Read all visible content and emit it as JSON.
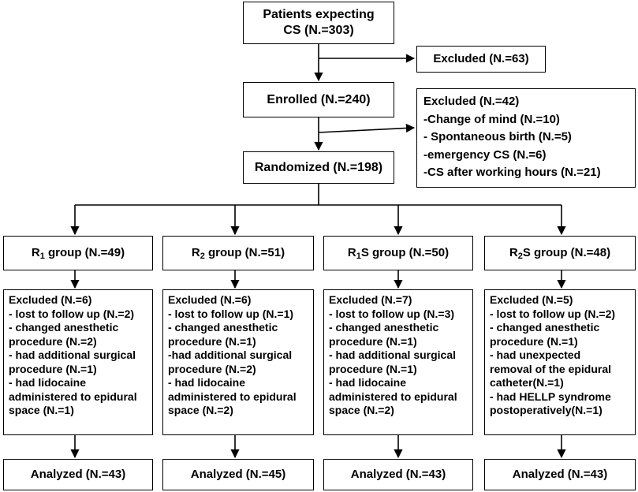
{
  "top": {
    "line1": "Patients expecting",
    "line2": "CS (N.=303)"
  },
  "excluded_first": "Excluded (N.=63)",
  "enrolled": "Enrolled (N.=240)",
  "excluded_second": {
    "lines": [
      "Excluded (N.=42)",
      "-Change of mind (N.=10)",
      "- Spontaneous birth (N.=5)",
      "-emergency CS (N.=6)",
      "-CS after working hours (N.=21)"
    ]
  },
  "randomized": "Randomized (N.=198)",
  "groups": [
    {
      "name_prefix": "R",
      "name_sub": "1",
      "name_suffix": " group (N.=49)",
      "excluded_lines": [
        "Excluded (N.=6)",
        "- lost to follow up (N.=2)",
        "- changed anesthetic",
        "procedure (N.=2)",
        "- had additional surgical",
        "procedure (N.=1)",
        "- had lidocaine",
        "administered to epidural",
        "space (N.=1)"
      ],
      "analyzed": "Analyzed (N.=43)"
    },
    {
      "name_prefix": "R",
      "name_sub": "2",
      "name_suffix": " group (N.=51)",
      "excluded_lines": [
        "Excluded (N.=6)",
        "- lost to follow up (N.=1)",
        "- changed anesthetic",
        "procedure (N.=1)",
        "-had additional surgical",
        "procedure (N.=2)",
        "- had lidocaine",
        "administered to epidural",
        "space (N.=2)"
      ],
      "analyzed": "Analyzed (N.=45)"
    },
    {
      "name_prefix": "R",
      "name_sub": "1",
      "name_suffix": "S group (N.=50)",
      "excluded_lines": [
        "Excluded (N.=7)",
        "- lost to follow up (N.=3)",
        "- changed anesthetic",
        "procedure (N.=1)",
        "- had additional surgical",
        "procedure (N.=1)",
        "- had lidocaine",
        "administered to epidural",
        "space (N.=2)"
      ],
      "analyzed": "Analyzed (N.=43)"
    },
    {
      "name_prefix": "R",
      "name_sub": "2",
      "name_suffix": "S group (N.=48)",
      "excluded_lines": [
        "Excluded (N.=5)",
        "- lost to follow up (N.=2)",
        "- changed anesthetic",
        "procedure (N.=1)",
        "- had unexpected",
        "removal of the epidural",
        "catheter(N.=1)",
        "- had HELLP syndrome",
        "postoperatively(N.=1)"
      ],
      "analyzed": "Analyzed (N.=43)"
    }
  ]
}
